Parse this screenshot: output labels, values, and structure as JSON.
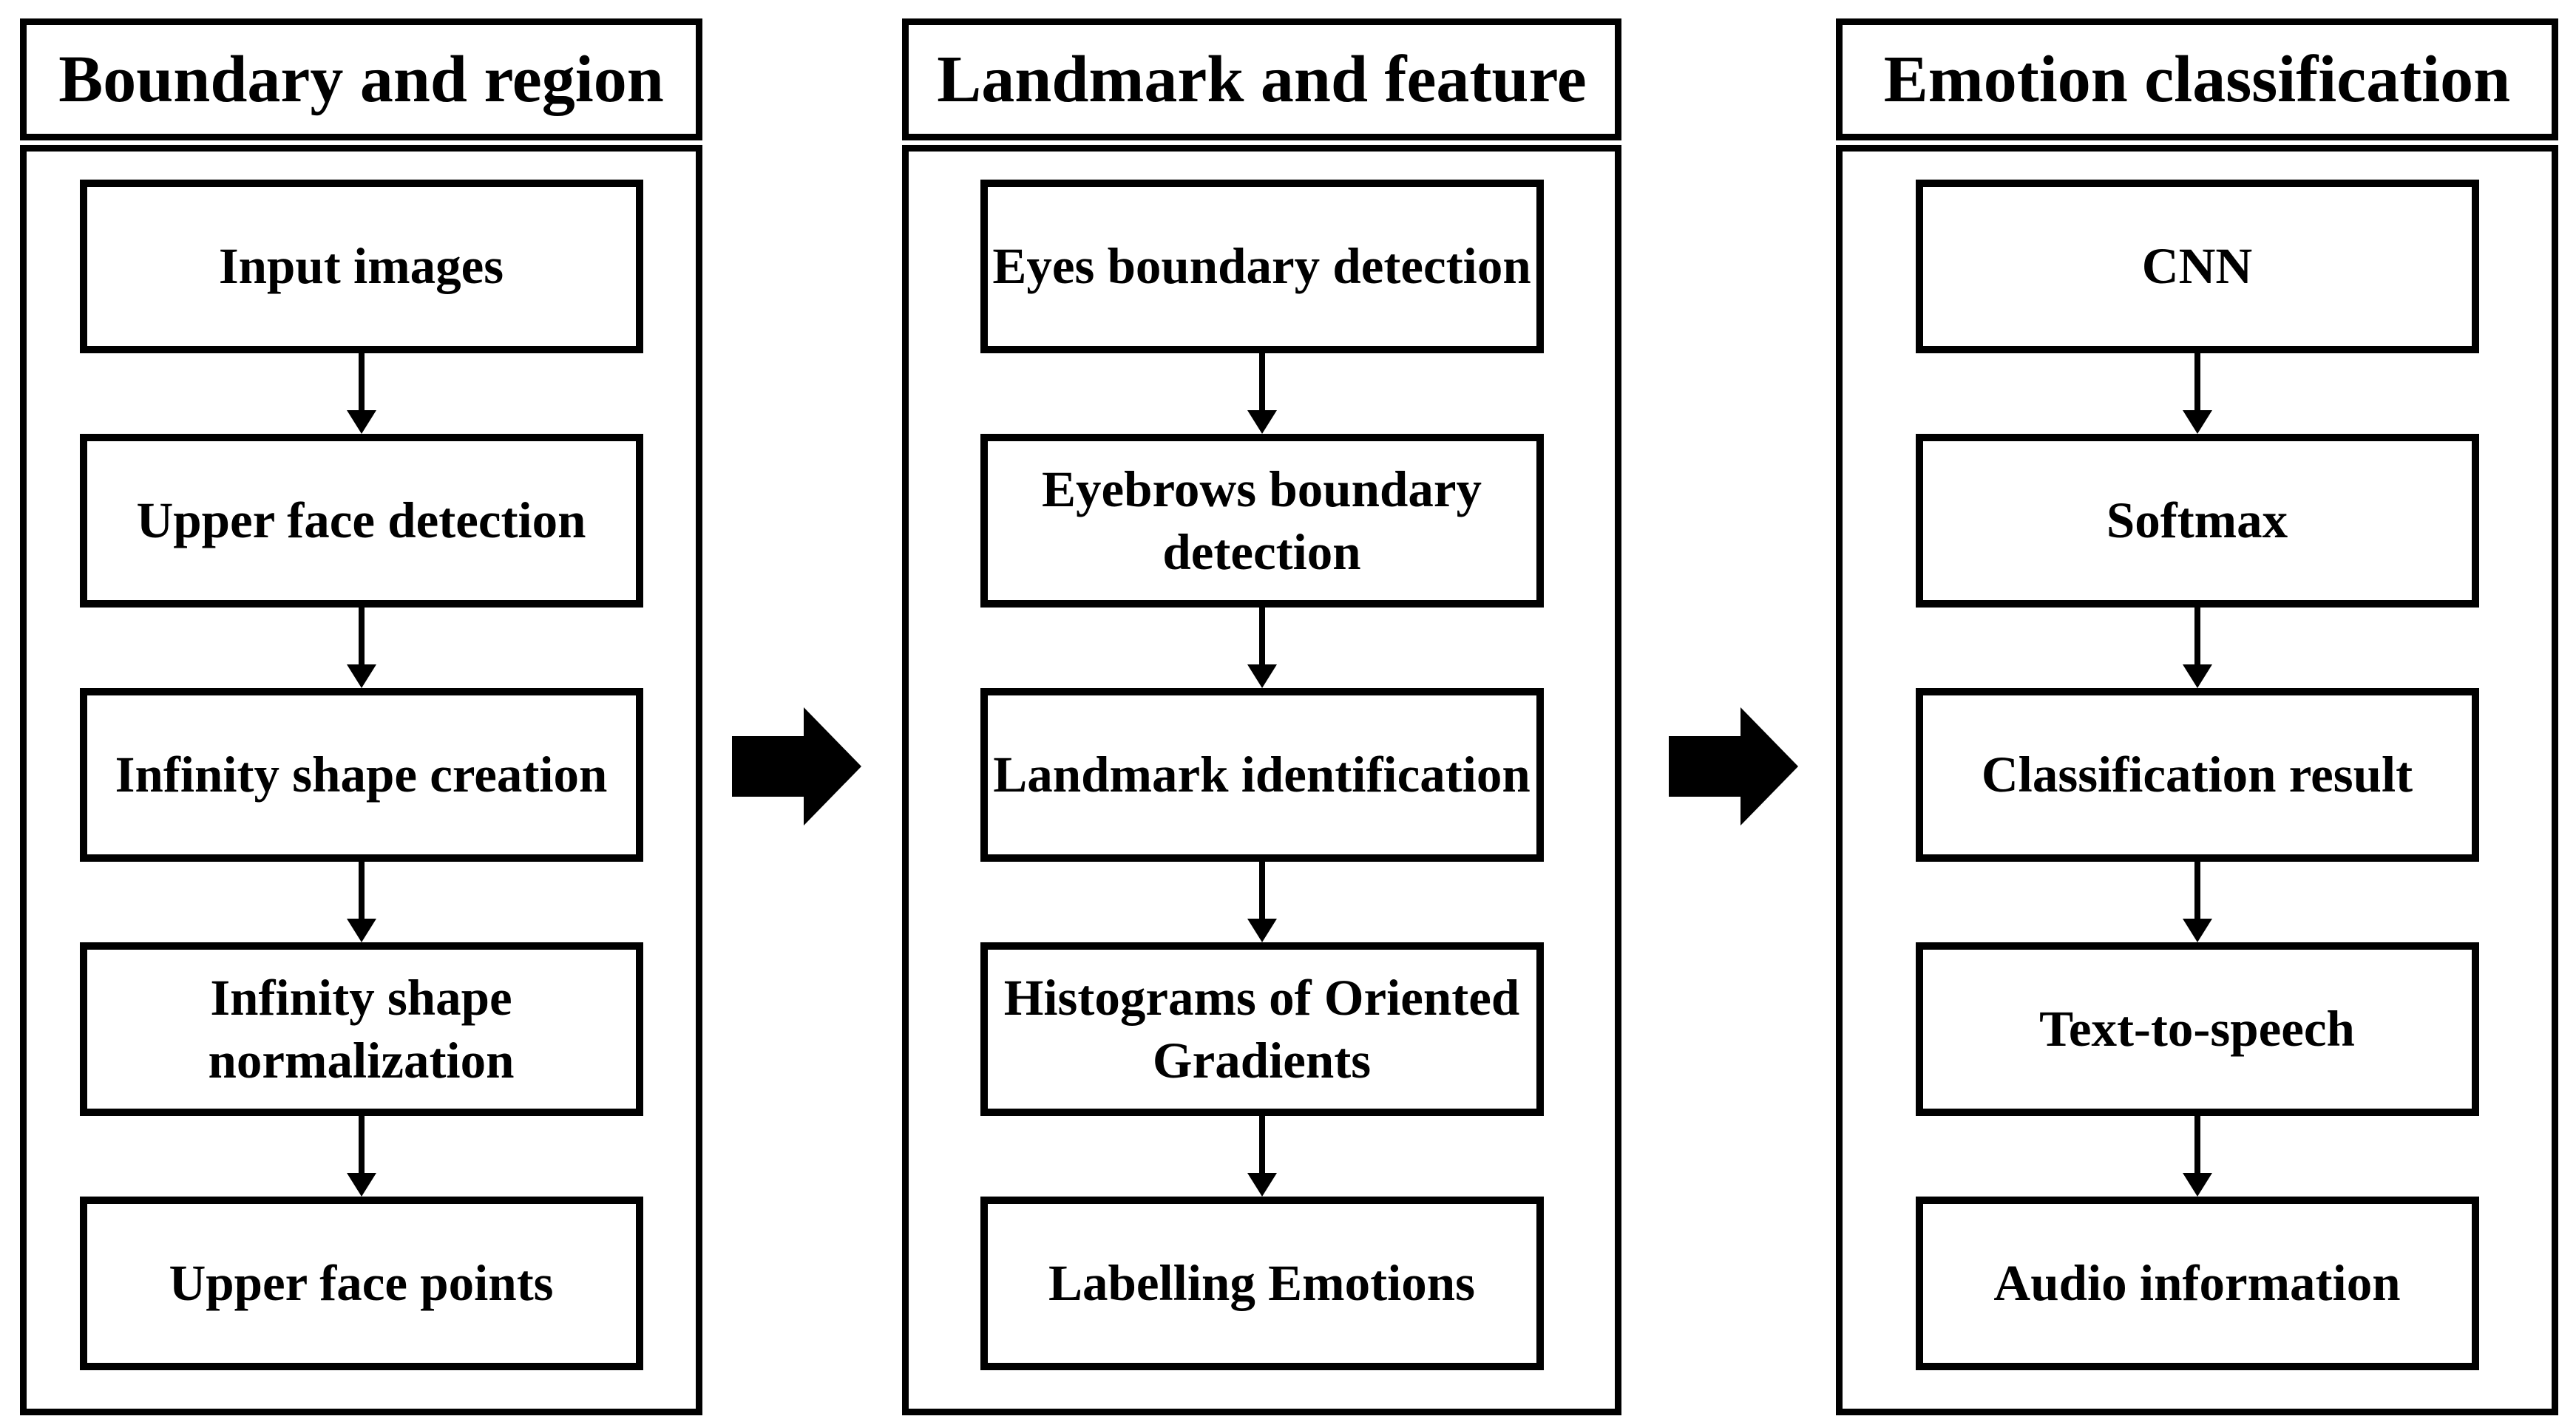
{
  "figure": {
    "type": "flowchart",
    "background_color": "#ffffff",
    "line_color": "#000000",
    "text_color": "#000000",
    "stages": [
      {
        "title": "Boundary and region",
        "steps": [
          "Input images",
          "Upper face detection",
          "Infinity shape creation",
          "Infinity shape normalization",
          "Upper face points"
        ]
      },
      {
        "title": "Landmark and feature",
        "steps": [
          "Eyes boundary detection",
          "Eyebrows boundary detection",
          "Landmark identification",
          "Histograms of Oriented Gradients",
          "Labelling Emotions"
        ]
      },
      {
        "title": "Emotion classification",
        "steps": [
          "CNN",
          "Softmax",
          "Classification result",
          "Text-to-speech",
          "Audio information"
        ]
      }
    ],
    "icons": {
      "step_connector": "down-arrow",
      "stage_connector": "right-block-arrow"
    }
  }
}
